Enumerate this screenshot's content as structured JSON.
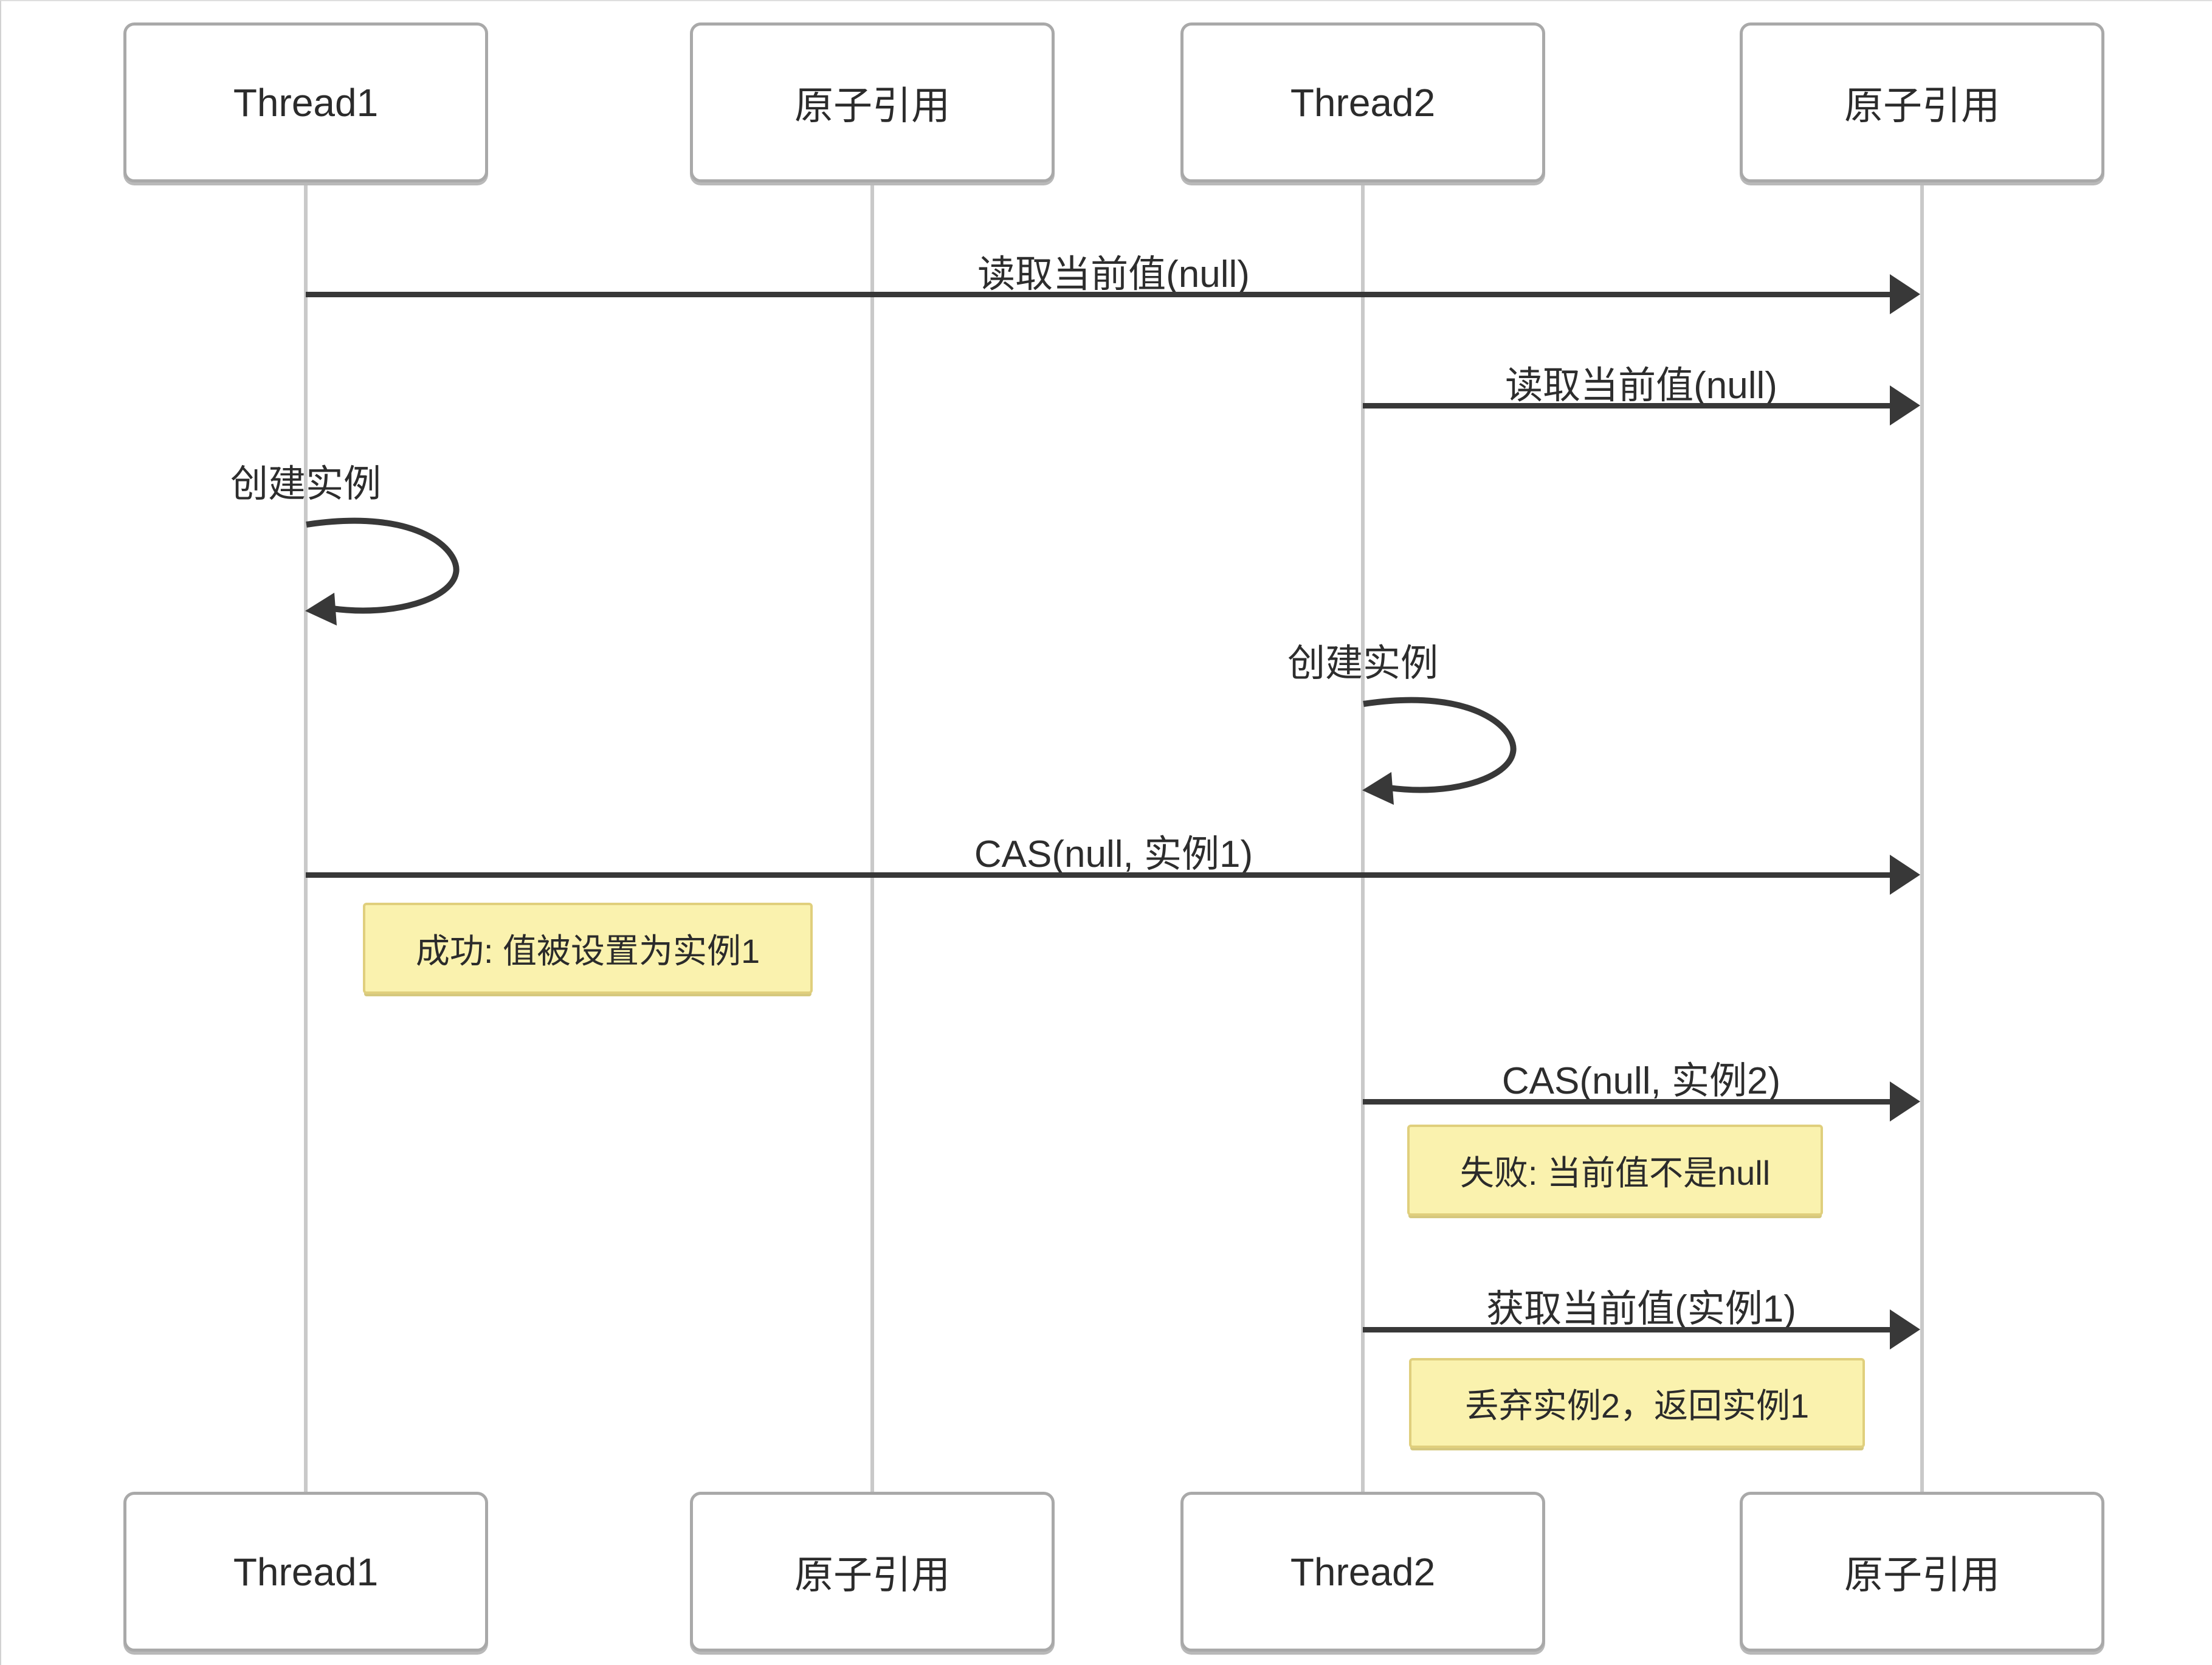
{
  "diagram": {
    "type": "sequence-diagram",
    "background": "#ffffff",
    "colors": {
      "actor_fill": "#ffffff",
      "actor_border": "#a9a9a9",
      "lifeline": "#c9c9c9",
      "message_line": "#383838",
      "label_text": "#2d2d2d",
      "note_fill": "#faf2ae",
      "note_border": "#e0cf7d",
      "note_text": "#2b2b2b"
    },
    "actors": [
      {
        "label": "Thread1"
      },
      {
        "label": "原子引用"
      },
      {
        "label": "Thread2"
      },
      {
        "label": "原子引用"
      }
    ],
    "messages": [
      {
        "label": "读取当前值(null)",
        "from": "Thread1",
        "to": "原子引用"
      },
      {
        "label": "读取当前值(null)",
        "from": "Thread2",
        "to": "原子引用"
      },
      {
        "label": "CAS(null, 实例1)",
        "from": "Thread1",
        "to": "原子引用"
      },
      {
        "label": "CAS(null, 实例2)",
        "from": "Thread2",
        "to": "原子引用"
      },
      {
        "label": "获取当前值(实例1)",
        "from": "Thread2",
        "to": "原子引用"
      }
    ],
    "self_messages": [
      {
        "label": "创建实例",
        "on": "Thread1"
      },
      {
        "label": "创建实例",
        "on": "Thread2"
      }
    ],
    "notes": [
      {
        "label": "成功: 值被设置为实例1"
      },
      {
        "label": "失败: 当前值不是null"
      },
      {
        "label": "丢弃实例2，返回实例1"
      }
    ]
  }
}
